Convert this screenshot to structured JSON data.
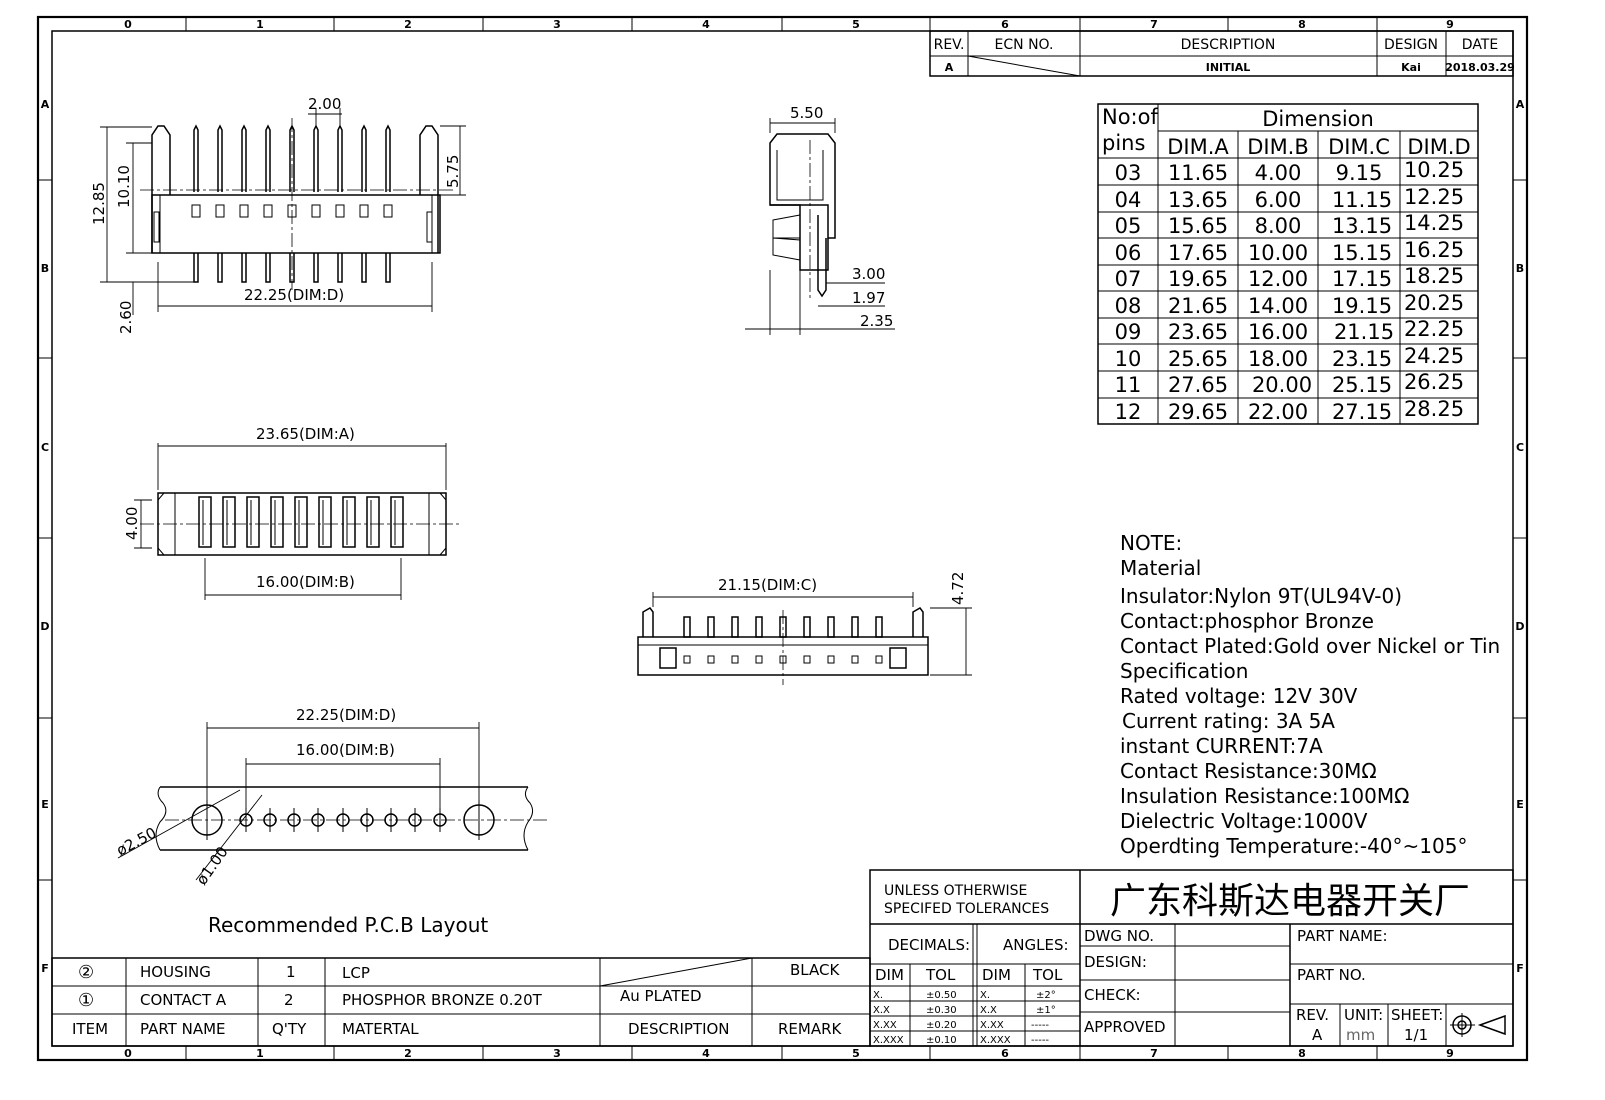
{
  "frame": {
    "col_labels": [
      "0",
      "1",
      "2",
      "3",
      "4",
      "5",
      "6",
      "7",
      "8",
      "9"
    ],
    "row_labels": [
      "A",
      "B",
      "C",
      "D",
      "E",
      "F"
    ]
  },
  "revision_block": {
    "headers": {
      "rev": "REV.",
      "ecn": "ECN NO.",
      "description": "DESCRIPTION",
      "design": "DESIGN",
      "date": "DATE"
    },
    "row": {
      "rev": "A",
      "description": "INITIAL",
      "design": "Kai",
      "date": "2018.03.29"
    }
  },
  "dims": {
    "top_pitch": "2.00",
    "top_height_total": "12.85",
    "top_height_body": "10.10",
    "top_pin_top": "5.75",
    "top_dim_d": "22.25(DIM:D)",
    "top_pin_tail": "2.60",
    "side_width": "5.50",
    "side_d1": "3.00",
    "side_d2": "1.97",
    "side_d3": "2.35",
    "bottom_dim_a": "23.65(DIM:A)",
    "bottom_depth": "4.00",
    "bottom_dim_b": "16.00(DIM:B)",
    "front_dim_c": "21.15(DIM:C)",
    "front_height": "4.72",
    "pcb_dim_d": "22.25(DIM:D)",
    "pcb_dim_b": "16.00(DIM:B)",
    "pcb_big_hole": "ø2.50",
    "pcb_small_hole": "ø1.00",
    "pcb_caption": "Recommended P.C.B Layout"
  },
  "dimension_table": {
    "corner_line1": "No:of",
    "corner_line2": "pins",
    "title": "Dimension",
    "columns": [
      "DIM.A",
      "DIM.B",
      "DIM.C",
      "DIM.D"
    ],
    "rows": [
      [
        "03",
        "11.65",
        "4.00",
        "9.15",
        "10.25"
      ],
      [
        "04",
        "13.65",
        "6.00",
        "11.15",
        "12.25"
      ],
      [
        "05",
        "15.65",
        "8.00",
        "13.15",
        "14.25"
      ],
      [
        "06",
        "17.65",
        "10.00",
        "15.15",
        "16.25"
      ],
      [
        "07",
        "19.65",
        "12.00",
        "17.15",
        "18.25"
      ],
      [
        "08",
        "21.65",
        "14.00",
        "19.15",
        "20.25"
      ],
      [
        "09",
        "23.65",
        "16.00",
        "21.15",
        "22.25"
      ],
      [
        "10",
        "25.65",
        "18.00",
        "23.15",
        "24.25"
      ],
      [
        "11",
        "27.65",
        "20.00",
        "25.15",
        "26.25"
      ],
      [
        "12",
        "29.65",
        "22.00",
        "27.15",
        "28.25"
      ]
    ]
  },
  "notes": [
    "NOTE:",
    "Material",
    "Insulator:Nylon 9T(UL94V-0)",
    "Contact:phosphor Bronze",
    "Contact Plated:Gold over Nickel or Tin",
    "Specification",
    "Rated voltage: 12V 30V",
    "Current rating: 3A 5A",
    "instant CURRENT:7A",
    "Contact Resistance:30MΩ",
    "Insulation Resistance:100MΩ",
    "Dielectric Voltage:1000V",
    "Operdting Temperature:-40°~105°"
  ],
  "title_block": {
    "tol_line1": "UNLESS OTHERWISE",
    "tol_line2": "SPECIFED TOLERANCES",
    "company": "广东科斯达电器开关厂",
    "decimals": "DECIMALS:",
    "angles": "ANGLES:",
    "dim": "DIM",
    "tol": "TOL",
    "dec_rows": [
      [
        "X.",
        "±0.50"
      ],
      [
        "X.X",
        "±0.30"
      ],
      [
        "X.XX",
        "±0.20"
      ],
      [
        "X.XXX",
        "±0.10"
      ]
    ],
    "ang_rows": [
      [
        "X.",
        "±2°"
      ],
      [
        "X.X",
        "±1°"
      ],
      [
        "X.XX",
        "-----"
      ],
      [
        "X.XXX",
        "-----"
      ]
    ],
    "dwg_no": "DWG NO.",
    "design": "DESIGN:",
    "check": "CHECK:",
    "approved": "APPROVED",
    "part_name": "PART NAME:",
    "part_no": "PART NO.",
    "rev_label": "REV.",
    "rev_value": "A",
    "unit_label": "UNIT:",
    "unit_value": "mm",
    "sheet_label": "SHEET:",
    "sheet_value": "1/1"
  },
  "bom": {
    "rows": [
      {
        "item": "②",
        "part": "HOUSING",
        "qty": "1",
        "material": "LCP",
        "description": "",
        "remark": "BLACK"
      },
      {
        "item": "①",
        "part": "CONTACT A",
        "qty": "2",
        "material": "PHOSPHOR BRONZE 0.20T",
        "description": "Au PLATED",
        "remark": ""
      }
    ],
    "header": {
      "item": "ITEM",
      "part": "PART NAME",
      "qty": "Q'TY",
      "material": "MATERTAL",
      "description": "DESCRIPTION",
      "remark": "REMARK"
    }
  }
}
